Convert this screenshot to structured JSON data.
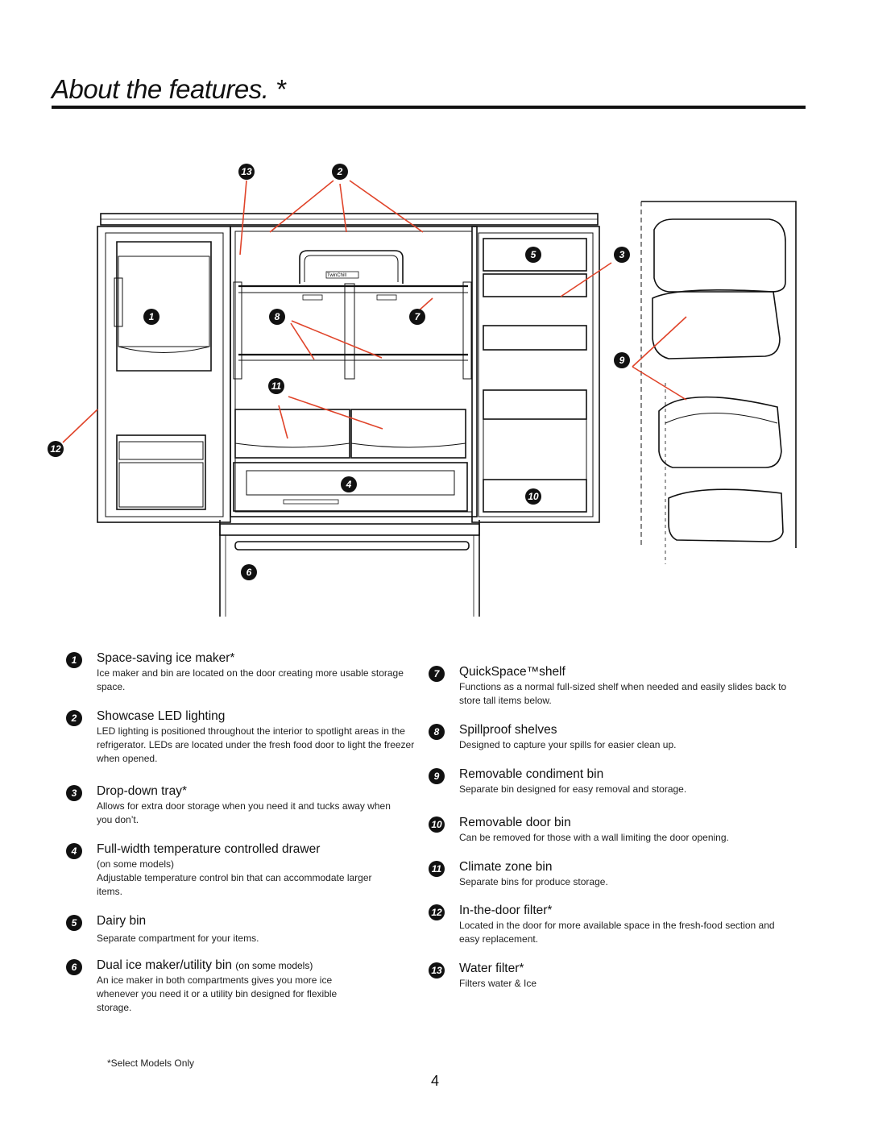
{
  "page": {
    "title": "About the features. *",
    "footnote": "*Select Models Only",
    "page_number": "4"
  },
  "callouts": {
    "c13": "13",
    "c2": "2",
    "c5": "5",
    "c3": "3",
    "c1": "1",
    "c8": "8",
    "c7": "7",
    "c9": "9",
    "c11": "11",
    "c12": "12",
    "c4": "4",
    "c10": "10",
    "c6": "6"
  },
  "diagram": {
    "brand_label": "TwinChill"
  },
  "features": {
    "f1": {
      "num": "1",
      "title": "Space-saving ice maker*",
      "desc": "Ice maker and bin are located on the door creating more usable storage space."
    },
    "f2": {
      "num": "2",
      "title": "Showcase LED lighting",
      "desc": "LED lighting is positioned throughout the interior to spotlight areas in the refrigerator. LEDs are located under the fresh food door to light the freezer when opened."
    },
    "f3": {
      "num": "3",
      "title": "Drop-down tray*",
      "desc": "Allows for extra door storage when you need it and tucks away when you don’t."
    },
    "f4": {
      "num": "4",
      "title": "Full-width temperature controlled drawer",
      "note": "(on some models)",
      "desc": "Adjustable temperature control bin that can accommodate larger items."
    },
    "f5": {
      "num": "5",
      "title": "Dairy bin",
      "desc": "Separate compartment for your items."
    },
    "f6": {
      "num": "6",
      "title": "Dual ice maker/utility bin",
      "title_note": "(on some models)",
      "desc": "An ice maker in both compartments gives you more ice whenever you need it or a utility bin designed for flexible storage."
    },
    "f7": {
      "num": "7",
      "title": "QuickSpace™shelf",
      "desc": "Functions as a normal full-sized shelf when needed and easily slides back to store tall items below."
    },
    "f8": {
      "num": "8",
      "title": "Spillproof shelves",
      "desc": "Designed to capture your spills for easier clean up."
    },
    "f9": {
      "num": "9",
      "title": "Removable condiment bin",
      "desc": "Separate bin designed for easy removal and storage."
    },
    "f10": {
      "num": "10",
      "title": "Removable door bin",
      "desc": "Can be removed for those with a wall limiting the door opening."
    },
    "f11": {
      "num": "11",
      "title": "Climate zone bin",
      "desc": "Separate bins for produce storage."
    },
    "f12": {
      "num": "12",
      "title": "In-the-door filter*",
      "desc": "Located in the door for more available space in the fresh-food section and easy replacement."
    },
    "f13": {
      "num": "13",
      "title": "Water filter*",
      "desc": "Filters water & Ice"
    }
  },
  "colors": {
    "leader_lines": "#e0442a",
    "ink": "#111111"
  }
}
